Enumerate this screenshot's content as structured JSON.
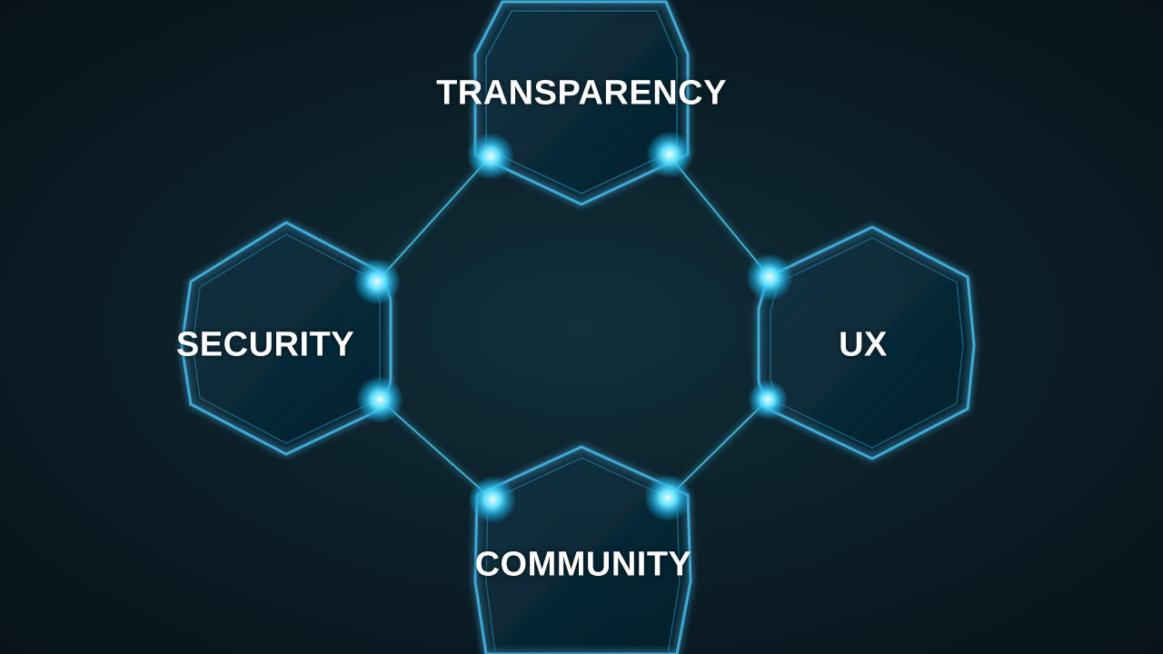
{
  "diagram": {
    "nodes": [
      {
        "id": "transparency",
        "label": "TRANSPARENCY"
      },
      {
        "id": "security",
        "label": "SECURITY"
      },
      {
        "id": "ux",
        "label": "UX"
      },
      {
        "id": "community",
        "label": "COMMUNITY"
      }
    ],
    "colors": {
      "glow": "#35d6ff",
      "line": "#4cc9f0",
      "hex_stroke": "#3fa9d6",
      "text": "#ffffff",
      "background": "#0c2029"
    }
  }
}
